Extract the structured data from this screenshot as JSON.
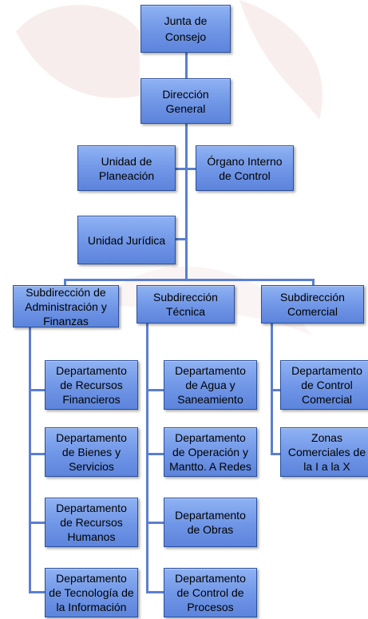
{
  "org_chart": {
    "top": {
      "board": "Junta de\nConsejo",
      "director": "Dirección\nGeneral"
    },
    "staff_units": {
      "planning": "Unidad de\nPlaneación",
      "internal_control": "Órgano Interno\nde Control",
      "legal": "Unidad Jurídica"
    },
    "subdirections": {
      "admin_finance": {
        "title": "Subdirección de\nAdministración y\nFinanzas",
        "departments": [
          "Departamento\nde Recursos\nFinancieros",
          "Departamento\nde Bienes y\nServicios",
          "Departamento\nde Recursos\nHumanos",
          "Departamento\nde Tecnología de\nla Información"
        ]
      },
      "technical": {
        "title": "Subdirección\nTécnica",
        "departments": [
          "Departamento\nde Agua y\nSaneamiento",
          "Departamento\nde Operación y\nMantto. A Redes",
          "Departamento\nde Obras",
          "Departamento\nde Control de\nProcesos"
        ]
      },
      "commercial": {
        "title": "Subdirección\nComercial",
        "departments": [
          "Departamento\nde Control\nComercial",
          "Zonas\nComerciales de\nla I a la X"
        ]
      }
    }
  }
}
